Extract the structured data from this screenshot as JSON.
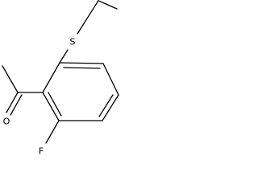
{
  "structure": {
    "atoms": {
      "sulfur": "S",
      "oxygen": "O",
      "fluorine": "F"
    },
    "colors": {
      "bond": "#000000",
      "background": "#ffffff"
    }
  }
}
